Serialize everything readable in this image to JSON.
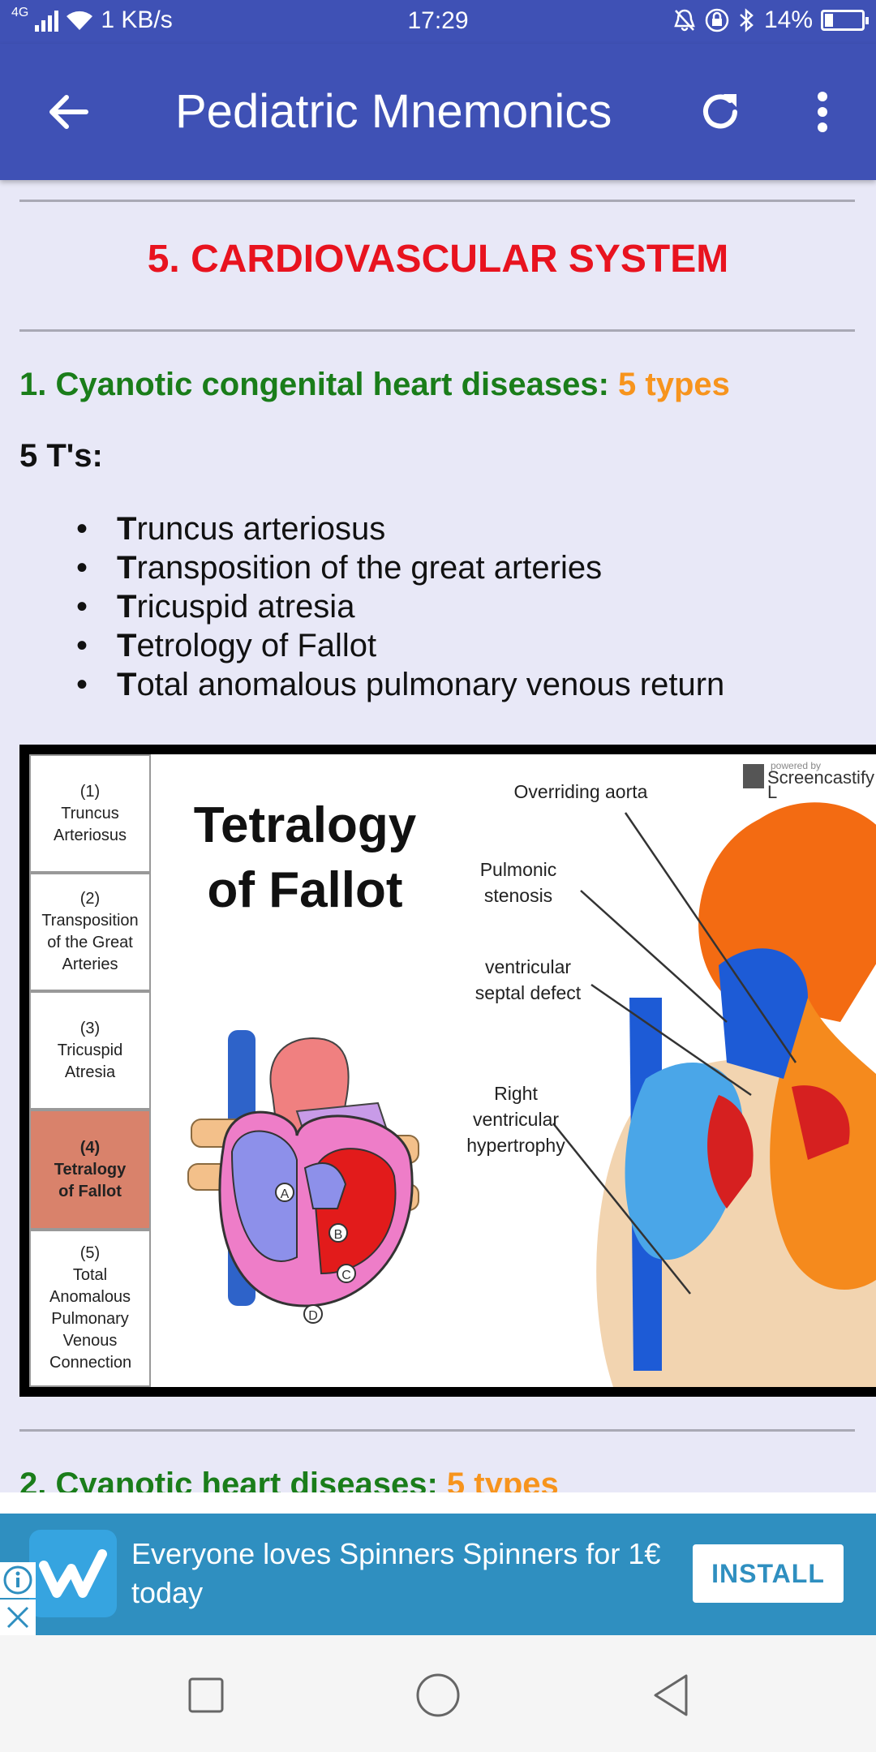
{
  "status_bar": {
    "network": "4G",
    "speed": "1 KB/s",
    "time": "17:29",
    "battery": "14%"
  },
  "app_bar": {
    "title": "Pediatric Mnemonics",
    "back_icon": "arrow-left-icon",
    "refresh_icon": "refresh-icon",
    "more_icon": "more-vertical-icon"
  },
  "content": {
    "section_title": "5. CARDIOVASCULAR SYSTEM",
    "topic1": {
      "heading": "1. Cyanotic congenital heart diseases:",
      "accent": "5 types"
    },
    "mnemonic_label": "5 T's:",
    "items": [
      {
        "first": "T",
        "rest": "runcus arteriosus"
      },
      {
        "first": "T",
        "rest": "ransposition of the great arteries"
      },
      {
        "first": "T",
        "rest": "ricuspid atresia"
      },
      {
        "first": "T",
        "rest": "etrology of Fallot"
      },
      {
        "first": "T",
        "rest": "otal anomalous pulmonary venous return"
      }
    ],
    "topic2": {
      "heading": "2. Cyanotic heart diseases:",
      "accent": "5 types"
    }
  },
  "figure": {
    "menu": [
      {
        "num": "(1)",
        "label": "Truncus Arteriosus"
      },
      {
        "num": "(2)",
        "label": "Transposition of the Great Arteries"
      },
      {
        "num": "(3)",
        "label": "Tricuspid Atresia"
      },
      {
        "num": "(4)",
        "label": "Tetralogy of Fallot"
      },
      {
        "num": "(5)",
        "label": "Total Anomalous Pulmonary Venous Connection"
      }
    ],
    "title": "Tetralogy of Fallot",
    "labels": {
      "overriding_aorta": "Overriding aorta",
      "pulmonic_stenosis": "Pulmonic stenosis",
      "vsd": "ventricular septal defect",
      "rvh": "Right ventricular hypertrophy"
    },
    "markers": [
      "A",
      "B",
      "C",
      "D"
    ],
    "watermark_small": "powered by",
    "watermark": "Screencastify L"
  },
  "ad": {
    "text": "Everyone loves Spinners Spinners for 1€ today",
    "install": "INSTALL",
    "logo_icon": "wish-logo-icon",
    "info_icon": "info-icon",
    "close_icon": "close-icon"
  },
  "nav_bar": {
    "recents_icon": "square-icon",
    "home_icon": "circle-icon",
    "back_icon": "triangle-back-icon"
  }
}
